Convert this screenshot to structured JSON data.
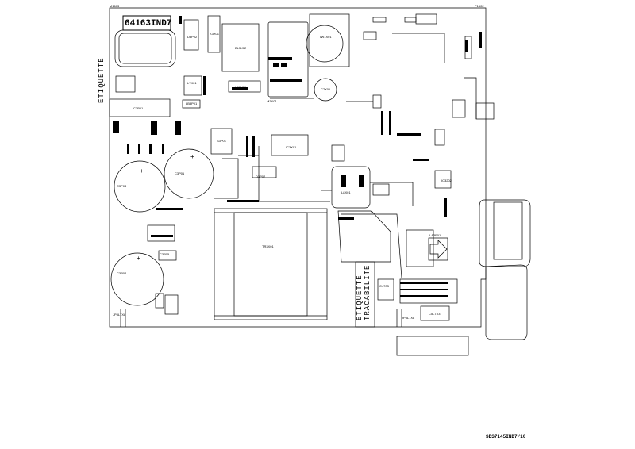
{
  "board": {
    "part_number": "64163IND7",
    "reference": "SDS7145IND7/10",
    "etiquette": "ETIQUETTE",
    "tracabilite": "TRACABILITE",
    "corner_left": "M1603",
    "corner_right": "P1602"
  },
  "components": {
    "c_big_left_top": "C3P03",
    "c_big_mid": "C3P01",
    "c_big_left_bottom": "C3P04",
    "transformer": "TR3X01",
    "inductor": "L8X01",
    "bridge_mid": "C3P01",
    "d3p02": "D3P02",
    "lb3p01": "LB3P01",
    "bl3x02": "BL3X02",
    "lb3x01": "LB3X01",
    "t3p01": "TW1X01",
    "cap_round": "C7X01",
    "relay": "D3P02",
    "ic_la": "LA3E01",
    "c4703": "C4703",
    "ic3x01": "IC3X01",
    "ic3202": "IC3202",
    "c3p05": "C3P05",
    "j_left": "JP3L7X8",
    "j_right": "JP3L7X8",
    "sq_bottom": "C5L7X3",
    "x1": "M3X01",
    "s3p01": "S3P01",
    "l7x01": "L7X01",
    "k3x01": "K3X01"
  }
}
